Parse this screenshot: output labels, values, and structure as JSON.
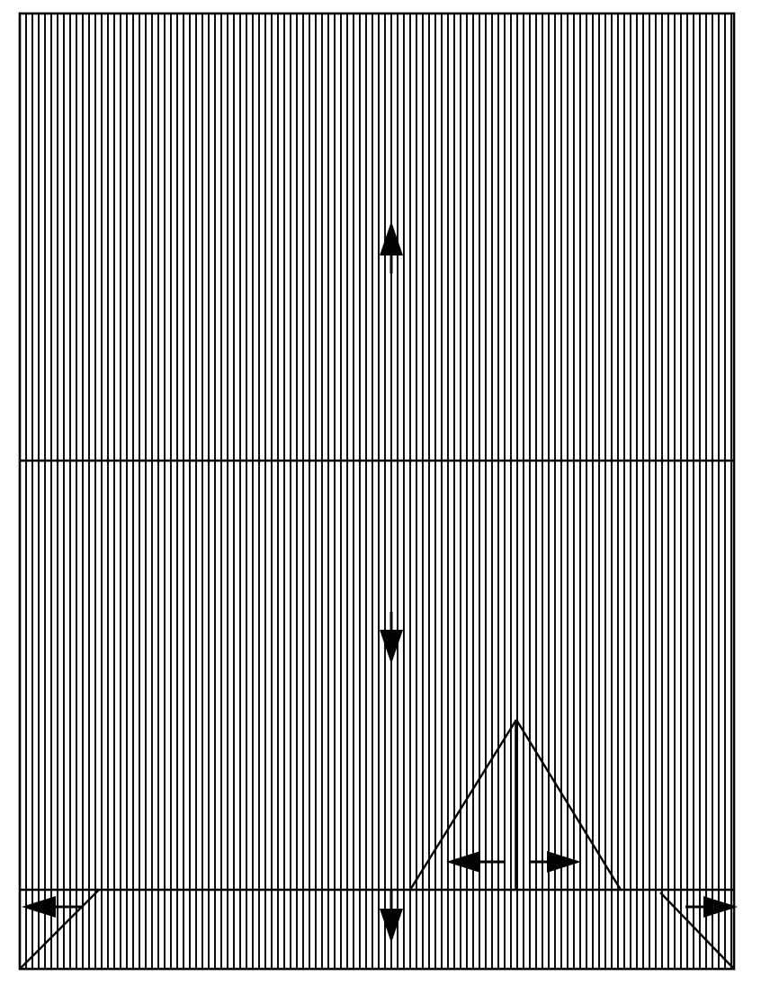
{
  "diagram": {
    "type": "fold-pattern",
    "background_color": "#ffffff",
    "stroke_color": "#000000",
    "hatch": "vertical-lines",
    "regions": [
      {
        "name": "upper-panel",
        "fill": "vertical-hatch"
      },
      {
        "name": "middle-panel",
        "fill": "vertical-hatch"
      },
      {
        "name": "bottom-strip",
        "fill": "vertical-hatch"
      }
    ],
    "arrows": [
      {
        "name": "arrow-up-top",
        "direction": "up"
      },
      {
        "name": "arrow-down-middle",
        "direction": "down"
      },
      {
        "name": "arrow-down-bottom",
        "direction": "down"
      },
      {
        "name": "arrow-left-bottom",
        "direction": "left"
      },
      {
        "name": "arrow-right-bottom",
        "direction": "right"
      },
      {
        "name": "arrow-left-triangle",
        "direction": "left"
      },
      {
        "name": "arrow-right-triangle",
        "direction": "right"
      }
    ],
    "icons": [
      "arrow-up-icon",
      "arrow-down-icon",
      "arrow-left-icon",
      "arrow-right-icon"
    ]
  }
}
